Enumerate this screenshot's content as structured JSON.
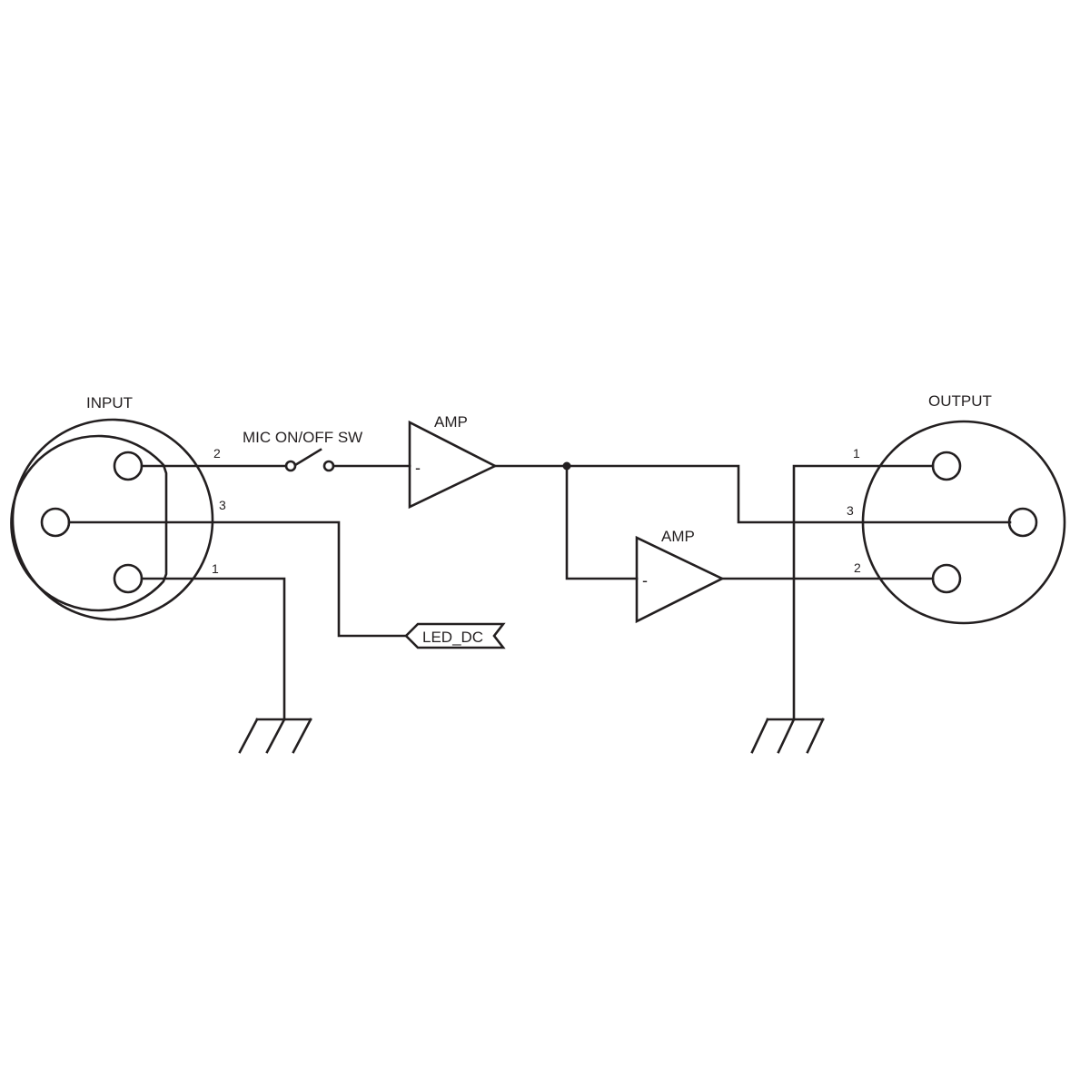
{
  "input_connector": {
    "title": "INPUT",
    "pins": {
      "pin2": "2",
      "pin3": "3",
      "pin1": "1"
    }
  },
  "output_connector": {
    "title": "OUTPUT",
    "pins": {
      "pin1": "1",
      "pin3": "3",
      "pin2": "2"
    }
  },
  "switch": {
    "label": "MIC ON/OFF SW"
  },
  "amp_top": {
    "label": "AMP",
    "input_sign": "-"
  },
  "amp_bottom": {
    "label": "AMP",
    "input_sign": "-"
  },
  "led_port": {
    "label": "LED_DC"
  },
  "colors": {
    "stroke": "#231f20",
    "background": "#ffffff"
  }
}
